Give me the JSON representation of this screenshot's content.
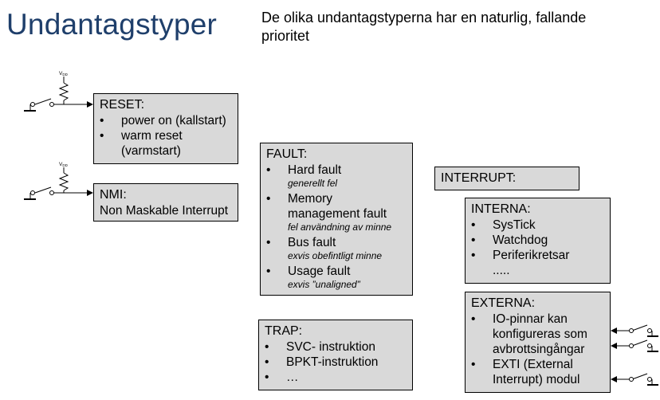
{
  "page": {
    "title": "Undantagstyper",
    "subtitle": "De olika undantagstyperna har en naturlig, fallande prioritet"
  },
  "reset": {
    "header": "RESET:",
    "items": [
      "power on (kallstart)",
      "warm reset (varmstart)"
    ]
  },
  "nmi": {
    "header": "NMI:",
    "text": "Non Maskable Interrupt"
  },
  "fault": {
    "header": "FAULT:",
    "items": [
      {
        "label": "Hard fault",
        "note": "generellt fel"
      },
      {
        "label": "Memory management fault",
        "note": "fel användning av minne"
      },
      {
        "label": "Bus fault",
        "note": "exvis obefintligt minne"
      },
      {
        "label": "Usage fault",
        "note": "exvis ”unaligned”"
      }
    ]
  },
  "trap": {
    "header": "TRAP:",
    "items": [
      "SVC- instruktion",
      "BPKT-instruktion",
      "…"
    ]
  },
  "interrupt": {
    "header": "INTERRUPT:"
  },
  "interna": {
    "header": "INTERNA:",
    "items": [
      "SysTick",
      "Watchdog",
      "Periferikretsar"
    ],
    "more": "....."
  },
  "externa": {
    "header": "EXTERNA:",
    "items": [
      "IO-pinnar kan konfigureras som avbrottsingångar",
      "EXTI (External Interrupt) modul"
    ]
  },
  "vdd": {
    "label": "V",
    "sub": "DD"
  }
}
